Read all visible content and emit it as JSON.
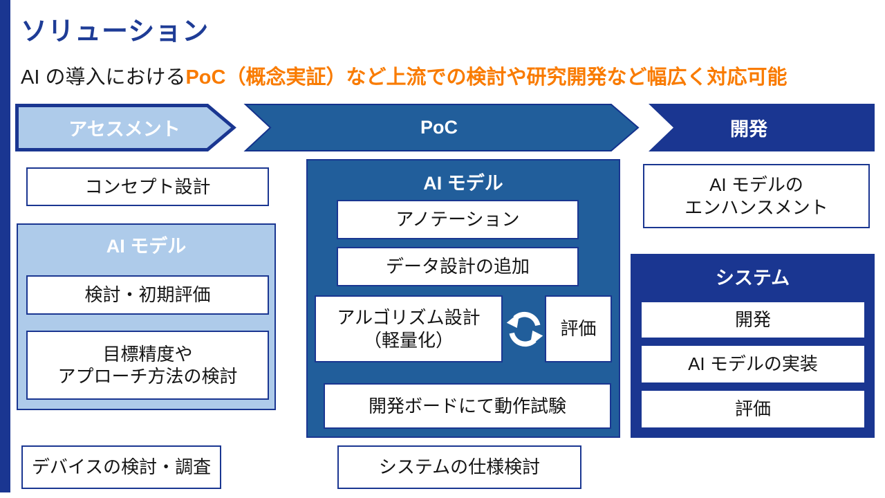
{
  "title": "ソリューション",
  "subtitle": {
    "prefix": "AI の導入における",
    "highlight": "PoC（概念実証）など上流での検討や研究開発など幅広く対応可能"
  },
  "colors": {
    "navy": "#1A3691",
    "poc_blue": "#215E9B",
    "light_blue": "#AECBEA",
    "title_blue": "#1E3C96",
    "accent_orange": "#F97B00"
  },
  "phases": [
    {
      "label": "アセスメント"
    },
    {
      "label": "PoC"
    },
    {
      "label": "開発"
    }
  ],
  "assessment_column": {
    "concept_box": "コンセプト設計",
    "ai_model_group": {
      "header": "AI モデル",
      "items": [
        "検討・初期評価",
        "目標精度や\nアプローチ方法の検討"
      ]
    },
    "device_box": "デバイスの検討・調査"
  },
  "poc_column": {
    "ai_model_group": {
      "header": "AI モデル",
      "items": [
        "アノテーション",
        "データ設計の追加"
      ],
      "algorithm_box": "アルゴリズム設計\n（軽量化）",
      "evaluation_box": "評価",
      "cycle_icon": "sync-arrows-icon",
      "board_test_box": "開発ボードにて動作試験"
    },
    "system_spec_box": "システムの仕様検討"
  },
  "development_column": {
    "enhancement_box": "AI モデルの\nエンハンスメント",
    "system_group": {
      "header": "システム",
      "items": [
        "開発",
        "AI モデルの実装",
        "評価"
      ]
    }
  }
}
